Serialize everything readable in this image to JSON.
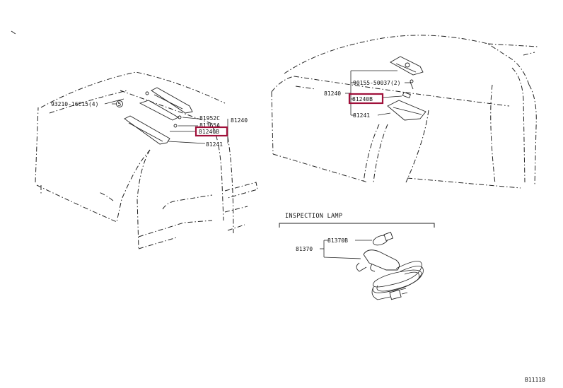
{
  "colors": {
    "line": "#222222",
    "highlight": "#a0103a",
    "background": "#ffffff"
  },
  "left_view": {
    "label_93210": "93210-16C15(4)",
    "label_ref5": "5",
    "label_81952c": "81952C",
    "label_81365a": "81365A",
    "label_81240b": "81240B",
    "label_81240": "81240",
    "label_81241": "81241"
  },
  "right_view": {
    "label_90155": "90155-50037(2)",
    "label_81240": "81240",
    "label_81240b": "81240B",
    "label_81241": "81241"
  },
  "inspection": {
    "title": "INSPECTION LAMP",
    "label_81370b": "81370B",
    "label_81370": "81370"
  },
  "figure_code": "B11118"
}
